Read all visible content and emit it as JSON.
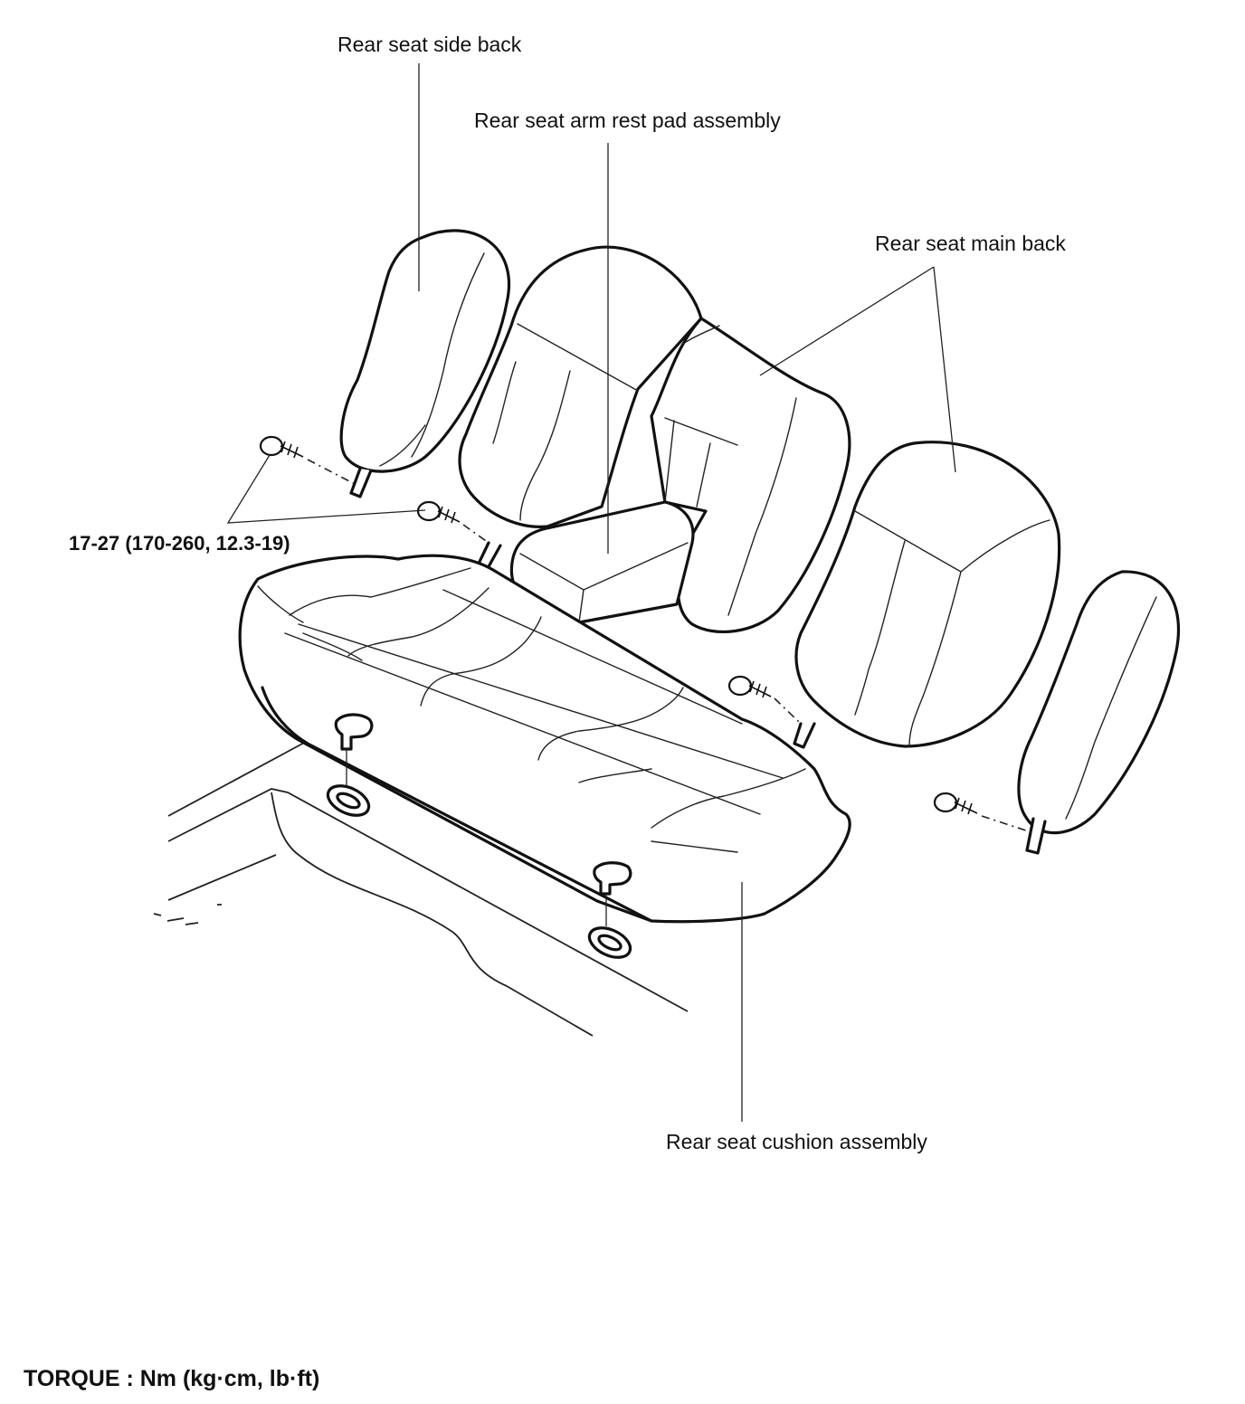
{
  "labels": {
    "side_back": "Rear seat side back",
    "armrest": "Rear seat arm rest pad assembly",
    "main_back": "Rear seat main back",
    "torque_value": "17-27 (170-260, 12.3-19)",
    "cushion": "Rear seat cushion assembly",
    "torque_unit": "TORQUE : Nm (kg·cm, lb·ft)"
  }
}
